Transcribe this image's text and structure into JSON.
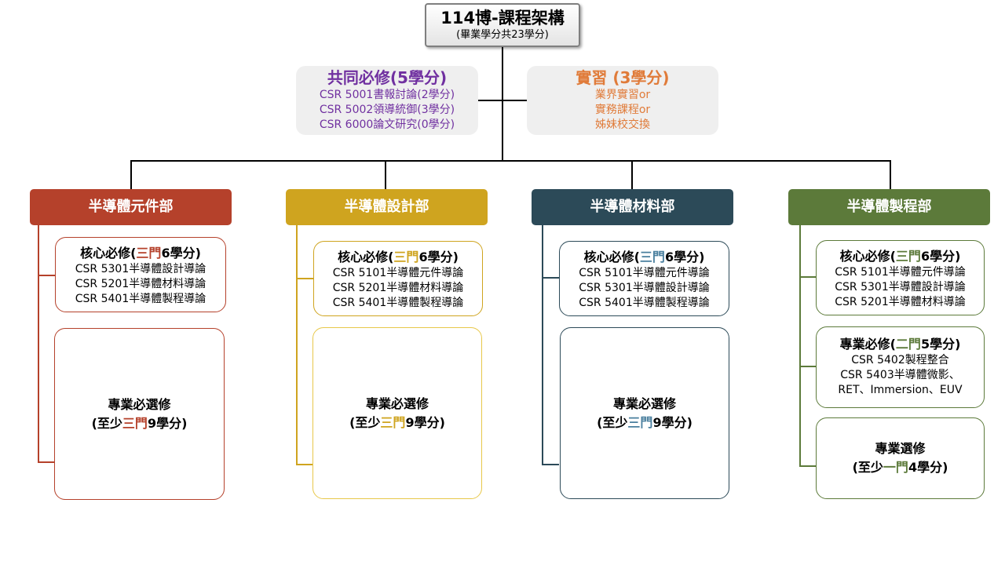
{
  "title": {
    "main": "114博-課程架構",
    "sub": "(畢業學分共23學分)"
  },
  "common": {
    "heading": "共同必修(5學分)",
    "lines": [
      "CSR 5001書報討論(2學分)",
      "CSR 5002領導統御(3學分)",
      "CSR 6000論文研究(0學分)"
    ]
  },
  "intern": {
    "heading": "實習 (3學分)",
    "lines": [
      "業界實習or",
      "實務課程or",
      "姊妹校交換"
    ]
  },
  "colors": {
    "common": "#7030a0",
    "intern": "#e07b39",
    "device": "#b5412b",
    "design": "#cfa41f",
    "material": "#2c4a58",
    "process": "#5c7a3a"
  },
  "depts": [
    {
      "name": "半導體元件部",
      "core": {
        "pre": "核心必修(",
        "hl": "三門",
        "post": "6學分)",
        "lines": [
          "CSR 5301半導體設計導論",
          "CSR 5201半導體材料導論",
          "CSR 5401半導體製程導論"
        ]
      },
      "elective": {
        "l1": "專業必選修",
        "pre": "(至少",
        "hl": "三門",
        "post": "9學分)"
      }
    },
    {
      "name": "半導體設計部",
      "core": {
        "pre": "核心必修(",
        "hl": "三門",
        "post": "6學分)",
        "lines": [
          "CSR 5101半導體元件導論",
          "CSR 5201半導體材料導論",
          "CSR 5401半導體製程導論"
        ]
      },
      "elective": {
        "l1": "專業必選修",
        "pre": "(至少",
        "hl": "三門",
        "post": "9學分)"
      }
    },
    {
      "name": "半導體材料部",
      "core": {
        "pre": "核心必修(",
        "hl": "三門",
        "post": "6學分)",
        "lines": [
          "CSR 5101半導體元件導論",
          "CSR 5301半導體設計導論",
          "CSR 5401半導體製程導論"
        ]
      },
      "elective": {
        "l1": "專業必選修",
        "pre": "(至少",
        "hl": "三門",
        "post": "9學分)"
      }
    },
    {
      "name": "半導體製程部",
      "core": {
        "pre": "核心必修(",
        "hl": "三門",
        "post": "6學分)",
        "lines": [
          "CSR 5101半導體元件導論",
          "CSR 5301半導體設計導論",
          "CSR 5201半導體材料導論"
        ]
      },
      "required": {
        "pre": "專業必修(",
        "hl": "二門",
        "post": "5學分)",
        "lines": [
          "CSR 5402製程整合",
          "CSR 5403半導體微影、",
          "RET、Immersion、EUV"
        ]
      },
      "elective": {
        "l1": "專業選修",
        "pre": "(至少",
        "hl": "一門",
        "post": "4學分)"
      }
    }
  ]
}
